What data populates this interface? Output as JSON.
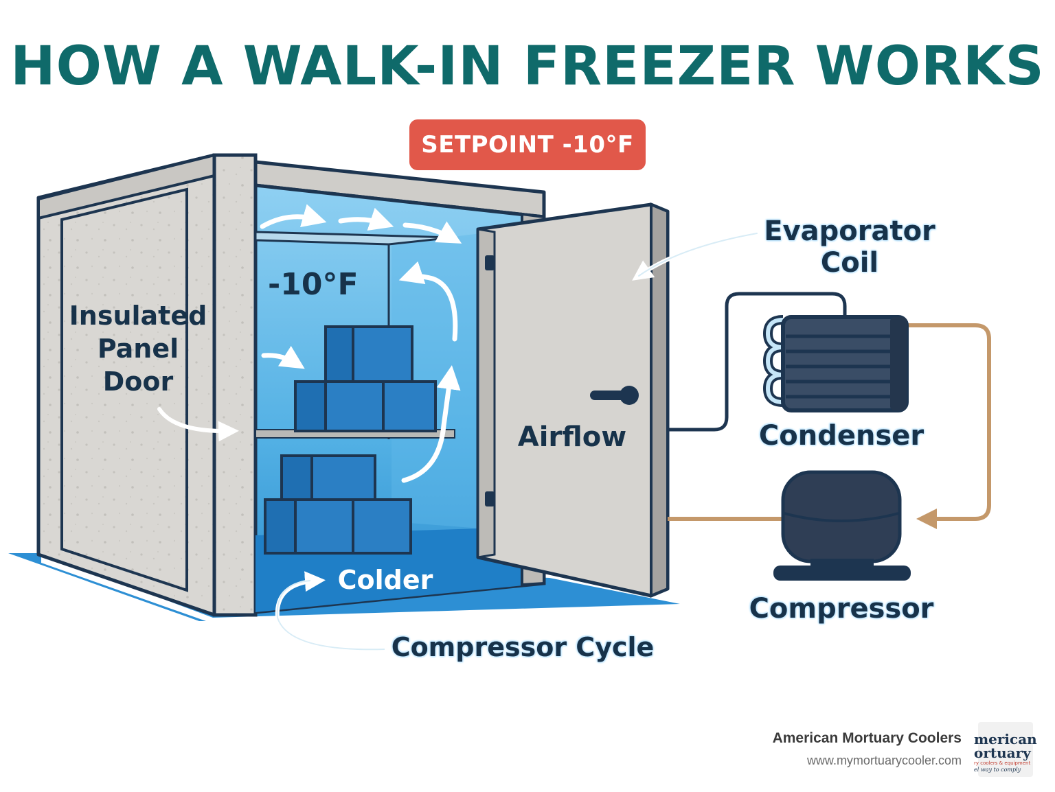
{
  "title": "HOW A WALK-IN FREEZER WORKS",
  "setpoint_badge": "SETPOINT -10°F",
  "inside_temp": "-10°F",
  "labels": {
    "insulated_panel_door": "Insulated\nPanel\nDoor",
    "airflow": "Airflow",
    "evaporator_coil": "Evaporator\nCoil",
    "condenser": "Condenser",
    "compressor": "Compressor",
    "colder": "Colder",
    "compressor_cycle": "Compressor Cycle"
  },
  "footer": {
    "company": "American Mortuary Coolers",
    "url": "www.mymortuarycooler.com"
  },
  "logo": {
    "line1": "merican",
    "line2": "ortuary",
    "line3": "ry coolers & equipment",
    "line4": "el way to comply"
  },
  "colors": {
    "title": "#0f6a6a",
    "badge": "#e1584a",
    "interior_blue": "#3aa0dc",
    "outline": "#1d3550",
    "panel_gray": "#d8d6d2",
    "refrigerant_line": "#c4986a"
  }
}
